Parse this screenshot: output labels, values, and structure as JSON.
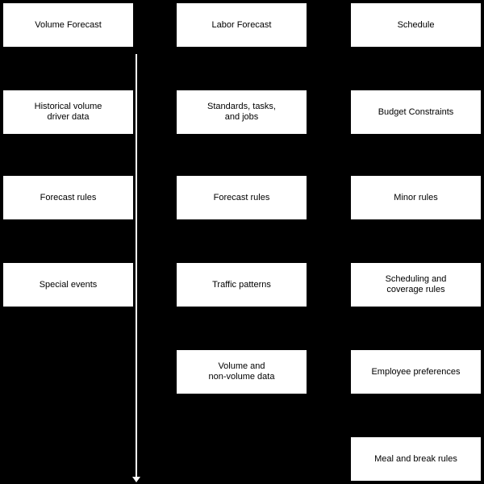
{
  "diagram": {
    "colors": {
      "background": "#000000",
      "box_fill": "#ffffff",
      "box_text": "#000000",
      "arrow": "#ffffff"
    },
    "arrow": {
      "direction": "down"
    },
    "columns": [
      {
        "id": "volume-forecast",
        "boxes": [
          {
            "label": "Volume Forecast",
            "row": 0
          },
          {
            "label": "Historical volume\ndriver data",
            "row": 1
          },
          {
            "label": "Forecast rules",
            "row": 2
          },
          {
            "label": "Special events",
            "row": 3
          }
        ]
      },
      {
        "id": "labor-forecast",
        "boxes": [
          {
            "label": "Labor Forecast",
            "row": 0
          },
          {
            "label": "Standards, tasks,\nand jobs",
            "row": 1
          },
          {
            "label": "Forecast rules",
            "row": 2
          },
          {
            "label": "Traffic patterns",
            "row": 3
          },
          {
            "label": "Volume and\nnon-volume data",
            "row": 4
          }
        ]
      },
      {
        "id": "schedule",
        "boxes": [
          {
            "label": "Schedule",
            "row": 0
          },
          {
            "label": "Budget Constraints",
            "row": 1
          },
          {
            "label": "Minor rules",
            "row": 2
          },
          {
            "label": "Scheduling and\ncoverage rules",
            "row": 3
          },
          {
            "label": "Employee preferences",
            "row": 4
          },
          {
            "label": "Meal and break rules",
            "row": 5
          }
        ]
      }
    ]
  }
}
